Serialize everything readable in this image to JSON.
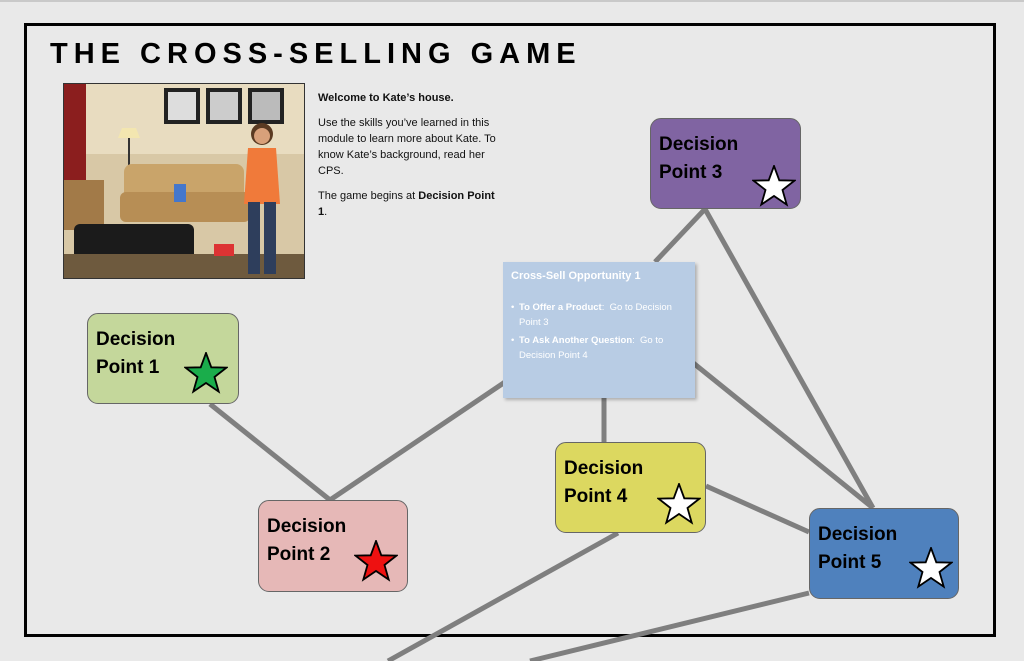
{
  "title": "THE CROSS-SELLING GAME",
  "intro": {
    "welcome": "Welcome to Kate’s house.",
    "body": "Use the skills you’ve learned in this module to learn more about Kate. To know Kate’s background, read her CPS.",
    "begins_prefix": "The game begins at ",
    "begins_target": "Decision Point 1",
    "begins_suffix": "."
  },
  "photo": {
    "alt": "Kate standing in her living room"
  },
  "nodes": [
    {
      "id": 1,
      "label": "Decision Point 1",
      "fill": "#c4d79b",
      "star": "#1aad4b"
    },
    {
      "id": 2,
      "label": "Decision Point 2",
      "fill": "#e6b8b7",
      "star": "#ee1111"
    },
    {
      "id": 3,
      "label": "Decision Point 3",
      "fill": "#8064a2",
      "star": "#ffffff"
    },
    {
      "id": 4,
      "label": "Decision Point 4",
      "fill": "#dcd860",
      "star": "#ffffff"
    },
    {
      "id": 5,
      "label": "Decision Point 5",
      "fill": "#4f81bd",
      "star": "#ffffff"
    }
  ],
  "popup": {
    "title": "Cross-Sell Opportunity 1",
    "options": [
      {
        "action": "To Offer a Product",
        "target": "Go to Decision Point 3"
      },
      {
        "action": "To Ask Another Question",
        "target": "Go to Decision Point 4"
      }
    ]
  },
  "colors": {
    "link": "#7f7f7f",
    "background": "#e9e9e9",
    "popup": "#b8cce4"
  }
}
